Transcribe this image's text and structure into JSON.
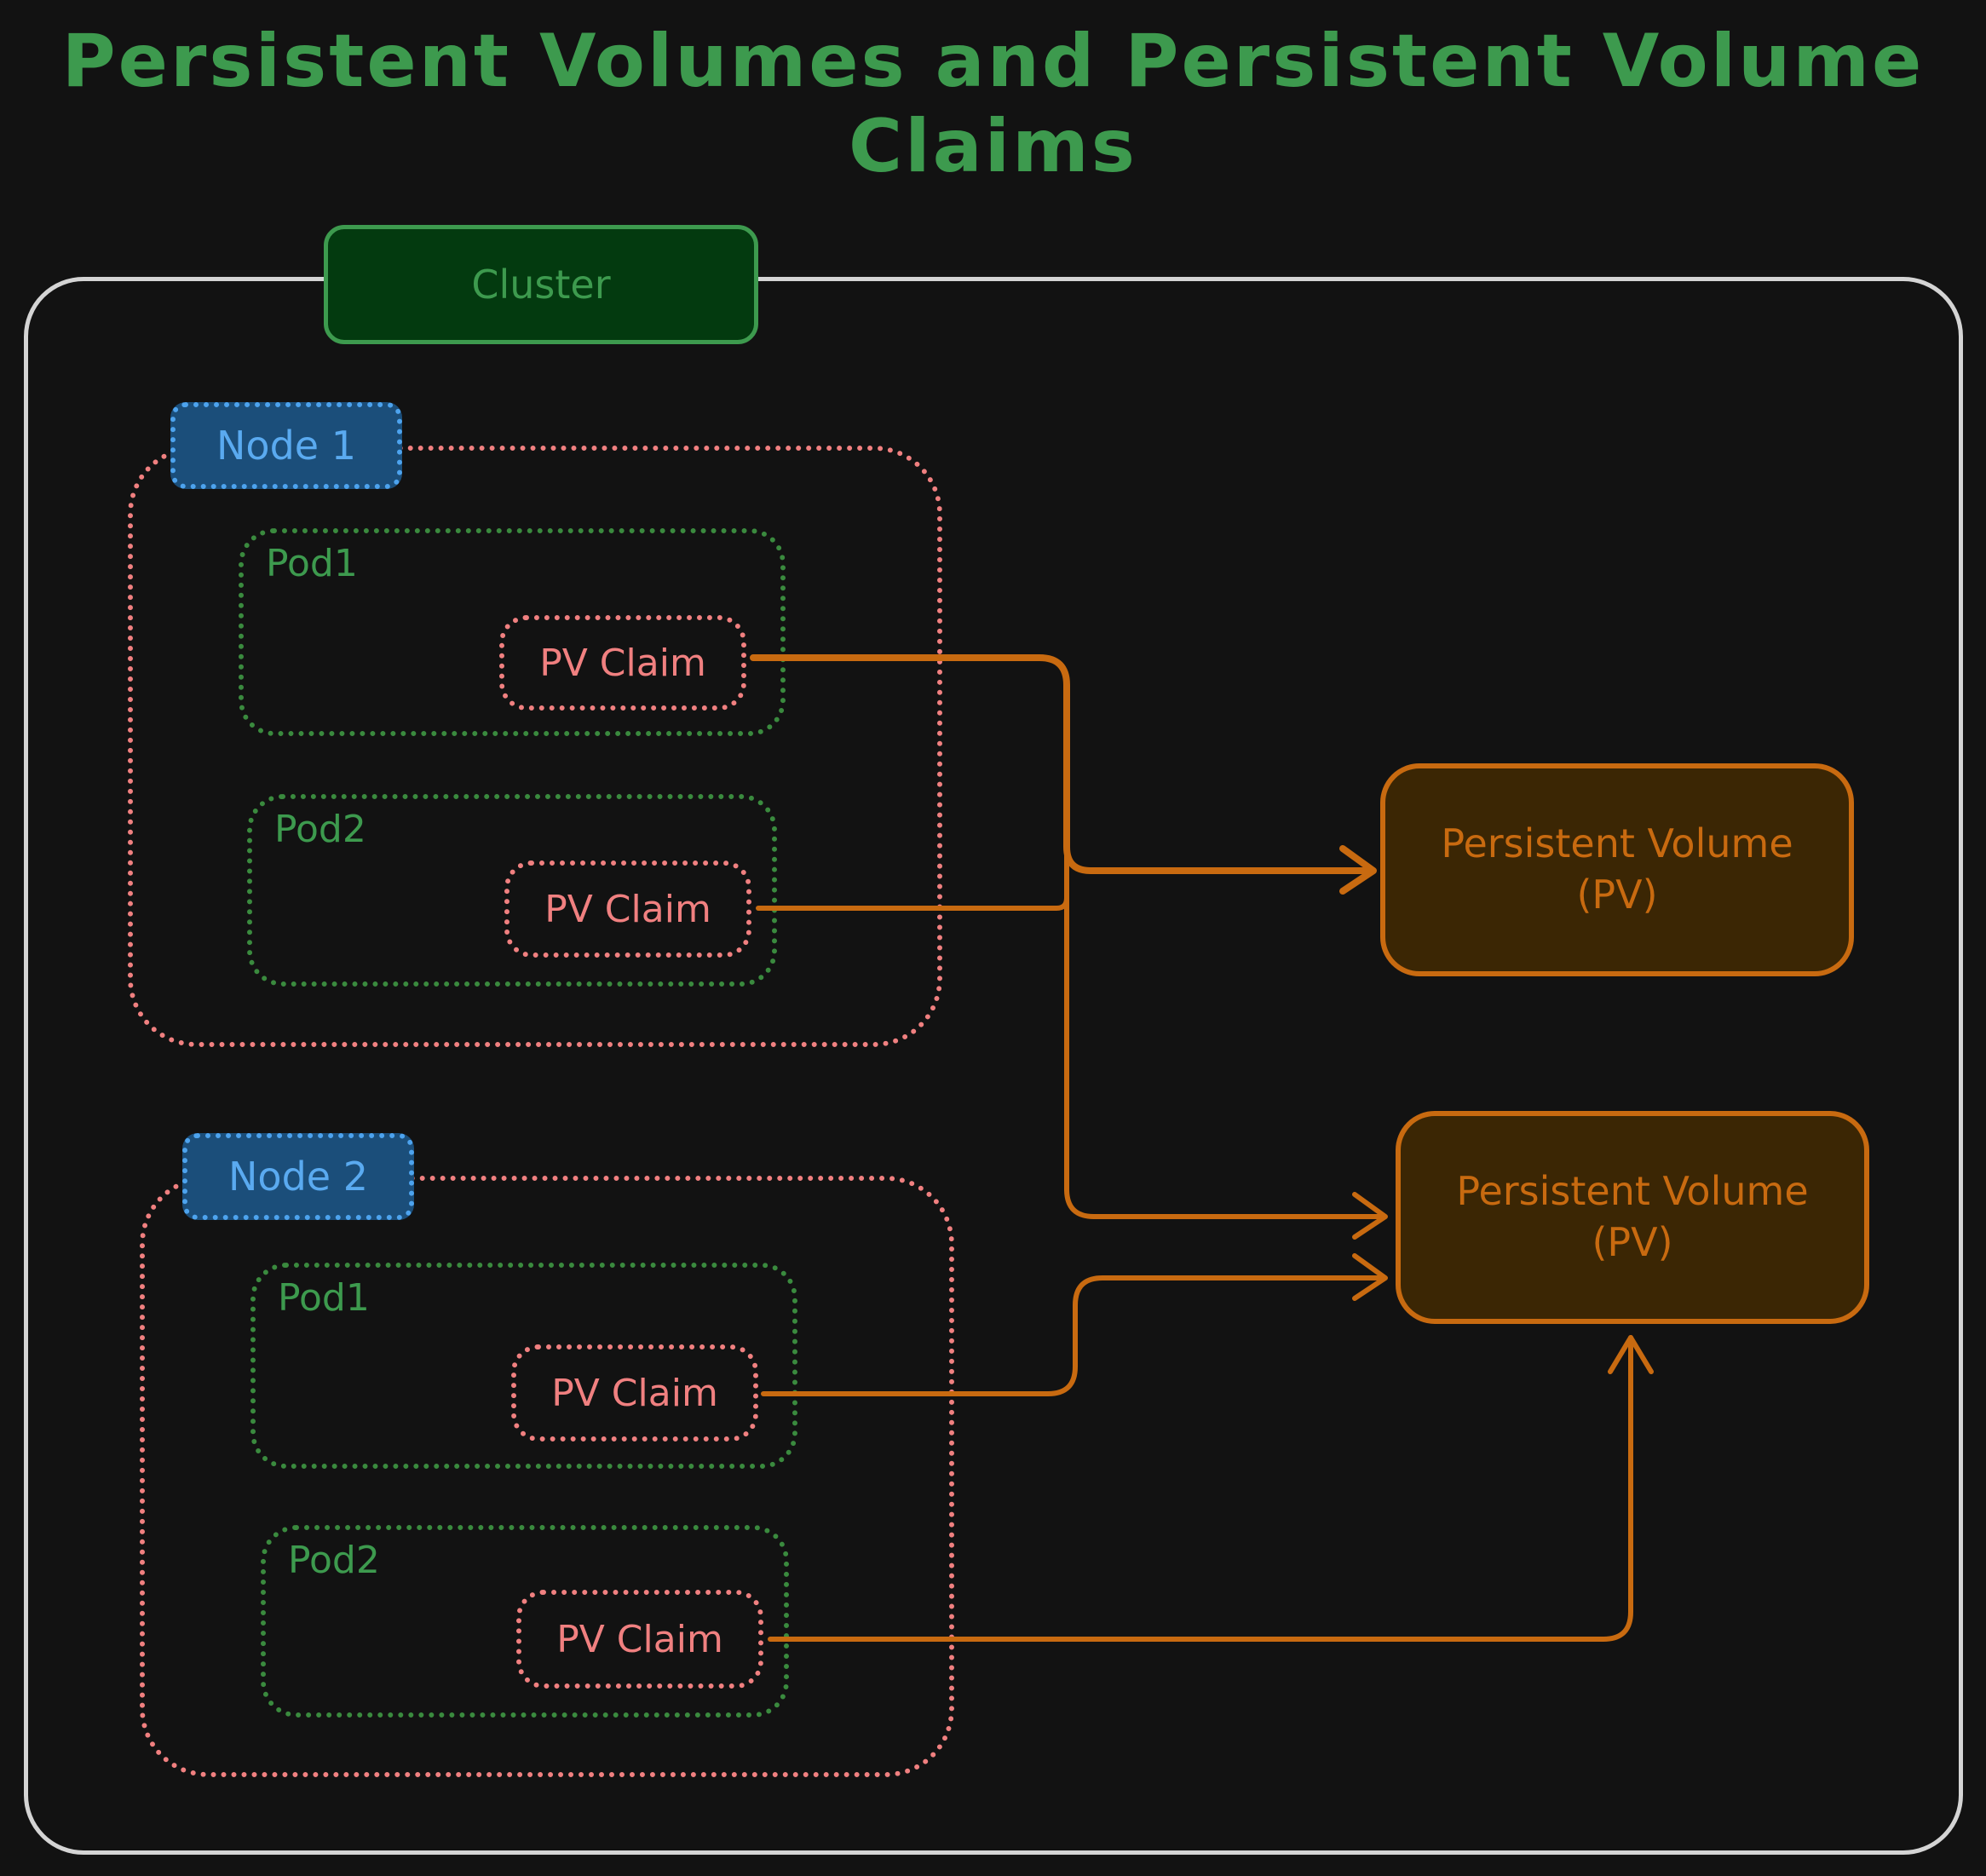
{
  "title": "Persistent Volumes and Persistent Volume Claims",
  "cluster": {
    "label": "Cluster"
  },
  "nodes": [
    {
      "label": "Node 1",
      "pods": [
        {
          "label": "Pod1",
          "claim": "PV Claim"
        },
        {
          "label": "Pod2",
          "claim": "PV Claim"
        }
      ]
    },
    {
      "label": "Node 2",
      "pods": [
        {
          "label": "Pod1",
          "claim": "PV Claim"
        },
        {
          "label": "Pod2",
          "claim": "PV Claim"
        }
      ]
    }
  ],
  "volumes": [
    {
      "line1": "Persistent Volume",
      "line2": "(PV)"
    },
    {
      "line1": "Persistent Volume",
      "line2": "(PV)"
    }
  ],
  "colors": {
    "background": "#121212",
    "title": "#3d9a4e",
    "cluster_border": "#d4d4d4",
    "node_border": "#f08080",
    "node_label_fill": "#1b4e7a",
    "node_label_text": "#5aaaf0",
    "pod_border": "#3a8a3e",
    "claim": "#f08080",
    "volume_border": "#c86a10",
    "volume_fill": "#3b2604",
    "arrow": "#c86a10"
  }
}
